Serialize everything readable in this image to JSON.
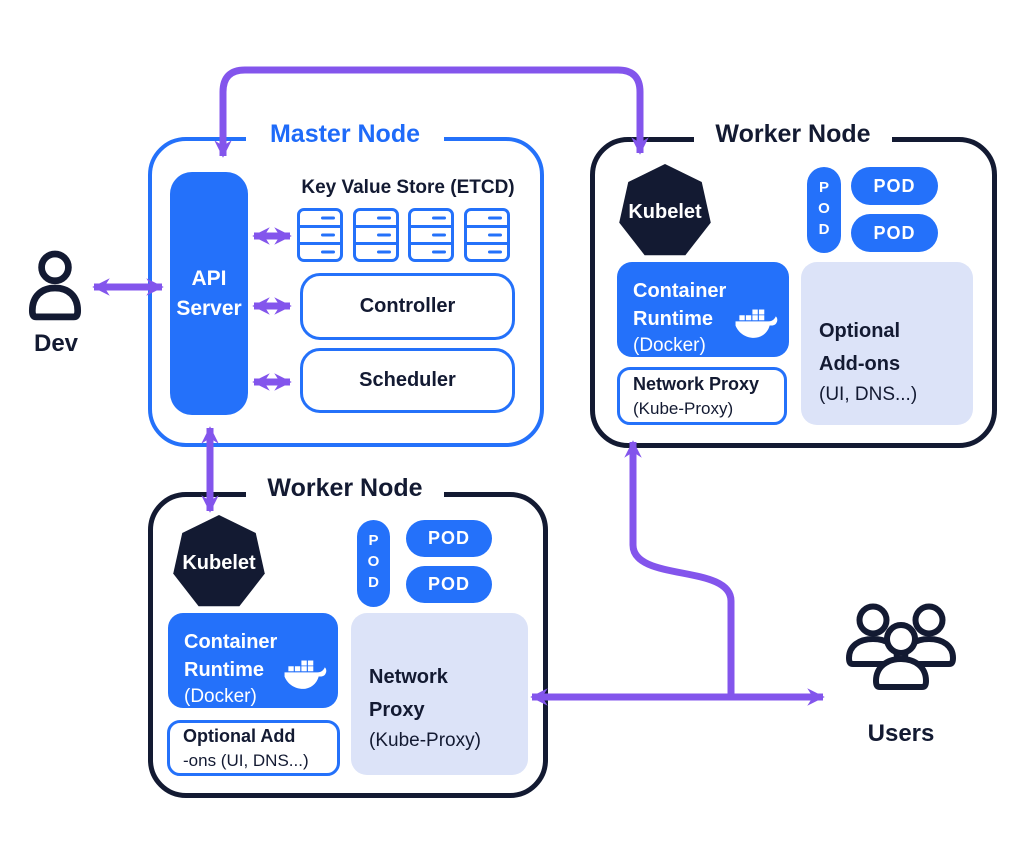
{
  "colors": {
    "blue": "#2471fa",
    "navy": "#131a32",
    "lavender": "#dce3f8",
    "purple": "#8355ec",
    "label_blue": "#1f6bf9",
    "white": "#ffffff"
  },
  "dev": {
    "label": "Dev",
    "icon": "person-icon"
  },
  "users": {
    "label": "Users",
    "icon": "users-group-icon"
  },
  "master_node": {
    "title": "Master Node",
    "api_server": {
      "label": "API Server"
    },
    "etcd": {
      "title": "Key Value Store (ETCD)",
      "icon": "database-icon",
      "icon_count": 4
    },
    "controller": {
      "label": "Controller"
    },
    "scheduler": {
      "label": "Scheduler"
    }
  },
  "worker_node_top": {
    "title": "Worker Node",
    "kubelet": {
      "label": "Kubelet",
      "icon": "heptagon-badge"
    },
    "pod_vertical": {
      "label": "POD"
    },
    "pods": [
      {
        "label": "POD"
      },
      {
        "label": "POD"
      }
    ],
    "container_runtime": {
      "line1": "Container",
      "line2": "Runtime",
      "line3": "(Docker)",
      "icon": "docker-whale-icon"
    },
    "network_proxy": {
      "line1": "Network Proxy",
      "line2": "(Kube-Proxy)"
    },
    "addons": {
      "line1": "Optional",
      "line2": "Add-ons",
      "line3": "(UI, DNS...)"
    }
  },
  "worker_node_bottom": {
    "title": "Worker Node",
    "kubelet": {
      "label": "Kubelet",
      "icon": "heptagon-badge"
    },
    "pod_vertical": {
      "label": "POD"
    },
    "pods": [
      {
        "label": "POD"
      },
      {
        "label": "POD"
      }
    ],
    "container_runtime": {
      "line1": "Container",
      "line2": "Runtime",
      "line3": "(Docker)",
      "icon": "docker-whale-icon"
    },
    "addons": {
      "line1": "Optional Add",
      "line2": "-ons (UI, DNS...)"
    },
    "network_proxy": {
      "line1": "Network",
      "line2": "Proxy",
      "line3": "(Kube-Proxy)"
    }
  }
}
